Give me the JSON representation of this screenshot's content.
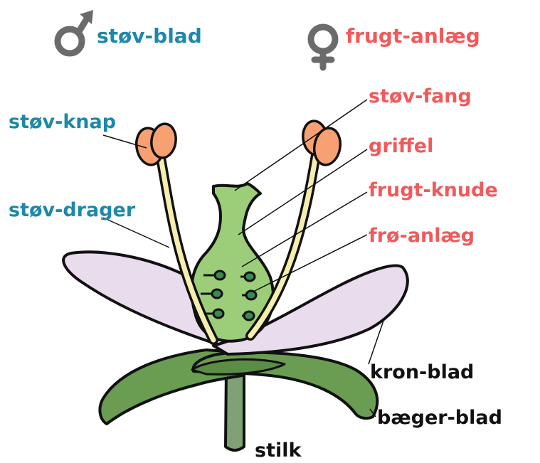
{
  "legend": {
    "male_symbol_icon": "mars-icon",
    "male_label": "støv-blad",
    "female_symbol_icon": "venus-icon",
    "female_label": "frugt-anlæg"
  },
  "labels": {
    "stov_knap": "støv-knap",
    "stov_drager": "støv-drager",
    "stov_fang": "støv-fang",
    "griffel": "griffel",
    "frugt_knude": "frugt-knude",
    "fro_anlaeg": "frø-anlæg",
    "kron_blad": "kron-blad",
    "baeger_blad": "bæger-blad",
    "stilk": "stilk"
  },
  "colors": {
    "male": "#1e88a8",
    "female": "#f05a5a",
    "neutral": "#111111",
    "symbol": "#6b6b6b",
    "petal": "#e9dced",
    "sepal": "#6a9d52",
    "pistil": "#9ccd78",
    "stem": "#7ea276",
    "anther": "#f7a072",
    "filament": "#f5eeae",
    "ovule": "#3a8a52"
  }
}
